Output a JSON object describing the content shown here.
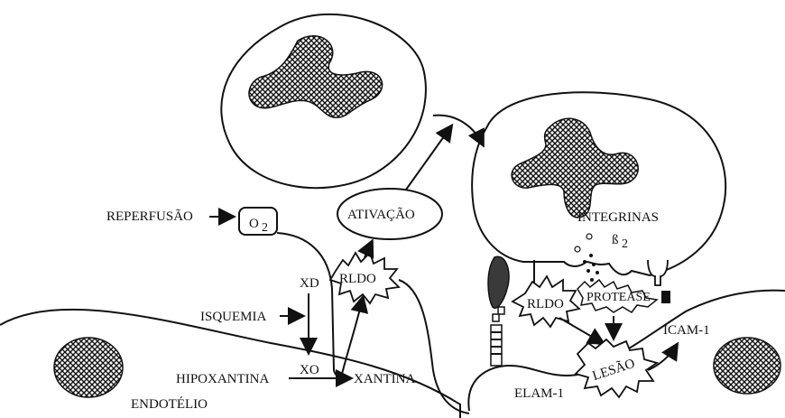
{
  "labels": {
    "reperfusao": "REPERFUSÃO",
    "o2": "O",
    "o2_sub": "2",
    "xd": "XD",
    "isquemia": "ISQUEMIA",
    "xo": "XO",
    "hipoxantina": "HIPOXANTINA",
    "xantina": "XANTINA",
    "endotelio": "ENDOTÉLIO",
    "ativacao": "ATIVAÇÃO",
    "rldo_left": "RLDO",
    "rldo_right": "RLDO",
    "integrinas": "INTEGRINAS",
    "beta2": "ß",
    "beta2_sub": "2",
    "protease": "PROTEASE",
    "lesao": "LESÃO",
    "icam1": "ICAM-1",
    "elam1": "ELAM-1"
  },
  "colors": {
    "ink": "#111111",
    "background": "#ffffff"
  }
}
